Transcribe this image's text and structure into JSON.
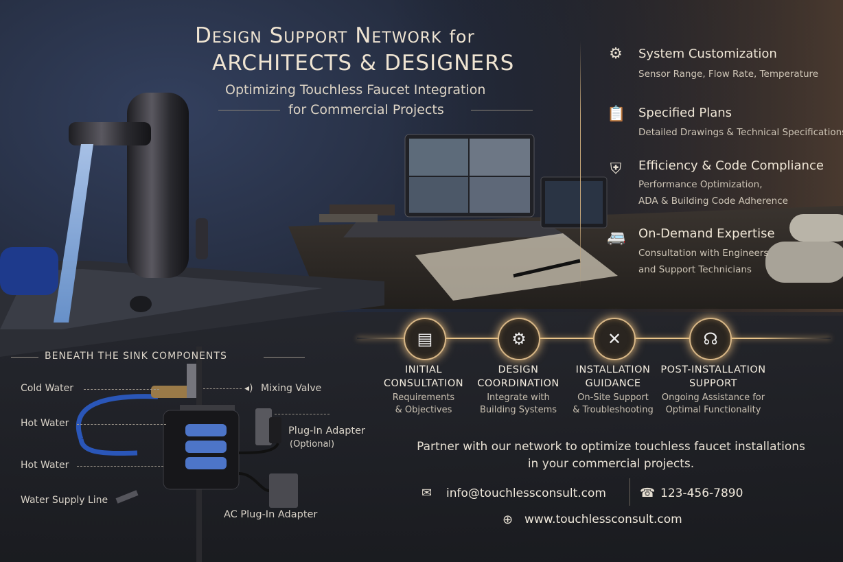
{
  "title": {
    "line1_main": "Design Support Network",
    "line1_suffix": "for",
    "line2": "ARCHITECTS & DESIGNERS",
    "subtitle1": "Optimizing Touchless Faucet Integration",
    "subtitle2": "for Commercial Projects"
  },
  "features": [
    {
      "icon": "gears-icon",
      "title": "System Customization",
      "desc": [
        "Sensor Range, Flow Rate, Temperature"
      ]
    },
    {
      "icon": "clipboard-icon",
      "title": "Specified Plans",
      "desc": [
        "Detailed Drawings & Technical Specifications"
      ]
    },
    {
      "icon": "shield-check-icon",
      "title": "Efficiency & Code Compliance",
      "desc": [
        "Performance Optimization,",
        "ADA &  Building Code Adherence"
      ]
    },
    {
      "icon": "service-van-icon",
      "title": "On-Demand Expertise",
      "desc": [
        "Consultation with Engineers",
        "and Support Technicians"
      ]
    }
  ],
  "steps": [
    {
      "icon": "document-icon",
      "title": [
        "INITIAL",
        "CONSULTATION"
      ],
      "desc": [
        "Requirements",
        "& Objectives"
      ]
    },
    {
      "icon": "gears-icon",
      "title": [
        "DESIGN",
        "COORDINATION"
      ],
      "desc": [
        "Integrate with",
        "Building Systems"
      ]
    },
    {
      "icon": "tools-icon",
      "title": [
        "INSTALLATION",
        "GUIDANCE"
      ],
      "desc": [
        "On-Site Support",
        "& Troubleshooting"
      ]
    },
    {
      "icon": "headset-icon",
      "title": [
        "POST-INSTALLATION",
        "SUPPORT"
      ],
      "desc": [
        "Ongoing Assistance for",
        "Optimal Functionality"
      ]
    }
  ],
  "partner": {
    "line1": "Partner with our network to optimize touchless faucet installations",
    "line2": "in your commercial projects."
  },
  "contact": {
    "email": "info@touchlessconsult.com",
    "phone": "123-456-7890",
    "website": "www.touchlessconsult.com"
  },
  "beneath": {
    "heading": "BENEATH THE SINK COMPONENTS",
    "cold_water": "Cold Water",
    "hot_water_1": "Hot Water",
    "hot_water_2": "Hot Water",
    "water_supply": "Water Supply Line",
    "mixing_valve": "Mixing Valve",
    "plugin_adapter": "Plug-In Adapter",
    "plugin_optional": "(Optional)",
    "ac_adapter": "AC Plug-In Adapter"
  },
  "colors": {
    "accent_gold": "#d8b787",
    "text": "#e9e2d6",
    "background": "#1c1f27"
  }
}
